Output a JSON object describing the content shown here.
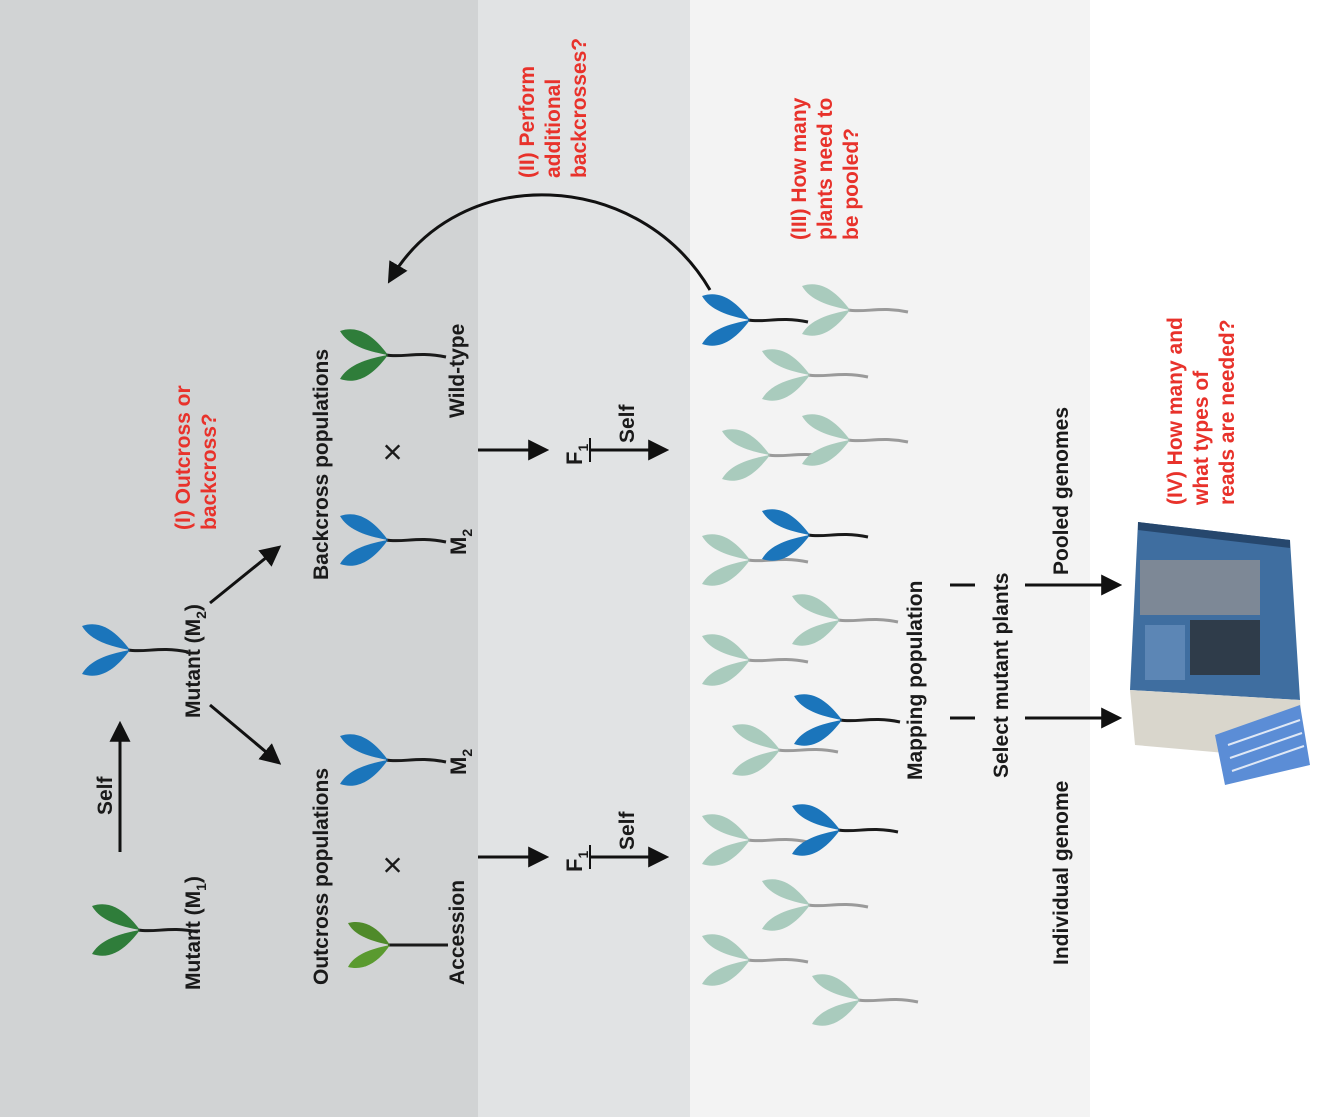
{
  "labels": {
    "mutant_m1": "Mutant (M",
    "mutant_m1_sub": "1",
    "mutant_m1_close": ")",
    "self_top": "Self",
    "mutant_m2": "Mutant (M",
    "mutant_m2_sub": "2",
    "mutant_m2_close": ")",
    "outcross_populations": "Outcross populations",
    "backcross_populations": "Backcross populations",
    "accession": "Accession",
    "m2_outcross": "M",
    "m2_outcross_sub": "2",
    "m2_backcross": "M",
    "m2_backcross_sub": "2",
    "wild_type": "Wild-type",
    "cross_symbol": "×",
    "f1_left": "F",
    "f1_left_sub": "1",
    "f1_right": "F",
    "f1_right_sub": "1",
    "self_left": "Self",
    "self_right": "Self",
    "mapping_population": "Mapping population",
    "select_mutant_plants": "Select mutant plants",
    "individual_genome": "Individual genome",
    "pooled_genomes": "Pooled genomes"
  },
  "questions": {
    "q1_line1": "(I) Outcross or",
    "q1_line2": "backcross?",
    "q2_line1": "(II) Perform",
    "q2_line2": "additional",
    "q2_line3": "backcrosses?",
    "q3_line1": "(III) How many",
    "q3_line2": "plants need to",
    "q3_line3": "be pooled?",
    "q4_line1": "(IV) How many and",
    "q4_line2": "what types of",
    "q4_line3": "reads are needed?"
  },
  "colors": {
    "panel_1": "#d1d3d4",
    "panel_2": "#e1e3e4",
    "panel_3": "#f3f3f3",
    "panel_4": "#ffffff",
    "mutant_blue": "#1b75bb",
    "wildtype_green": "#2f7d3a",
    "accession_green": "#5a9a2f",
    "pale_plant": "#a9cbbd",
    "question_red": "#e8322b"
  }
}
